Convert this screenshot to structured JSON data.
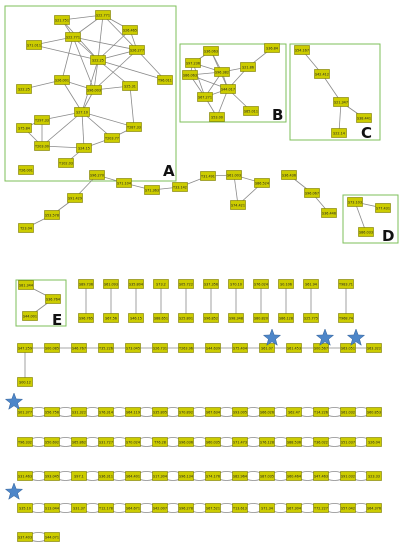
{
  "panels": {
    "A": "A",
    "B": "B",
    "C": "C",
    "D": "D",
    "E": "E"
  },
  "colors": {
    "node_fill": "#cccc00",
    "edge": "#8a8a8a",
    "panel_border": "#7dbf5a",
    "star": "#4d86c9"
  },
  "node_labels": {
    "A": [
      "S21.751",
      "S22.771",
      "S71.011",
      "S22.771",
      "S26.465",
      "S26.277",
      "S22.25",
      "T96.011",
      "S22.25",
      "S26.001",
      "S96.003",
      "S25.31",
      "T297.33",
      "S27.10",
      "T287.33",
      "S75.84",
      "T203.77",
      "T203.00",
      "S24.15",
      "T102.03",
      "T26.001"
    ],
    "B": [
      "S36.063",
      "S36.84",
      "S97.236",
      "S21.86",
      "S86.063",
      "S96.382",
      "S67.271",
      "S44.017",
      "S53.00",
      "S85.011"
    ],
    "C": [
      "S54.167",
      "S42.412",
      "S21.347",
      "S38.441",
      "S22.14"
    ],
    "D": [
      "S73.103",
      "S77.431",
      "S86.033"
    ],
    "E": [
      "S81.344",
      "S36.764",
      "S44.001"
    ],
    "chain1": [
      "S96.270",
      "S71.104",
      "S71.363",
      "T33.142",
      "T31.491",
      "S61.003",
      "S86.524",
      "S74.421",
      "S36.436",
      "S96.067",
      "S36.446",
      "S91.429",
      "S53.578",
      "T23.04"
    ],
    "row_tops": [
      "S89.736",
      "S61.093",
      "S35.804",
      "S73.2",
      "S05.722",
      "S37.356",
      "S70.10",
      "S76.024",
      "S0.106",
      "S61.94",
      "T983.71"
    ],
    "row_mid": [
      "S96.765",
      "S67.56",
      "S46.15",
      "S88.651",
      "S25.801",
      "S96.852",
      "S98.348",
      "S80.820",
      "S86.128",
      "S25.775",
      "T968.74"
    ],
    "row1": [
      "S47.259",
      "S00.085",
      "S46.767",
      "T35.226",
      "S73.045",
      "S26.731",
      "T263.96",
      "S44.639",
      "S75.404",
      "S61.07",
      "S61.453",
      "S00.567",
      "S63.051",
      "S63.322"
    ],
    "row2": [
      "S00.12"
    ],
    "row3": [
      "S01.377",
      "S56.756",
      "S31.322",
      "S76.314",
      "S64.119",
      "S35.805",
      "S70.892",
      "S67.634",
      "S93.005",
      "S66.026",
      "S62.47",
      "T14.226",
      "S61.032",
      "S60.853"
    ],
    "row4": [
      "T96.332",
      "S50.692",
      "S65.862",
      "S31.727",
      "S70.024",
      "T76.28",
      "S96.036",
      "S60.035",
      "S71.473",
      "S76.128",
      "S88.536",
      "T36.022",
      "S51.037",
      "S26.04"
    ],
    "row5": [
      "S31.463",
      "S93.045",
      "S97.1",
      "S36.311",
      "S64.401",
      "S17.304",
      "S96.134",
      "S74.176",
      "S82.964",
      "S87.035",
      "S60.464",
      "S47.463",
      "S91.032",
      "S23.33"
    ],
    "row6": [
      "S35.10",
      "S13.044",
      "S31.37",
      "T12.178",
      "S64.671",
      "S42.007",
      "S96.278",
      "S67.521",
      "T13.613",
      "S71.34",
      "S67.304",
      "T72.227",
      "S57.042",
      "S64.376"
    ],
    "row7": [
      "S37.403",
      "S44.071"
    ]
  }
}
